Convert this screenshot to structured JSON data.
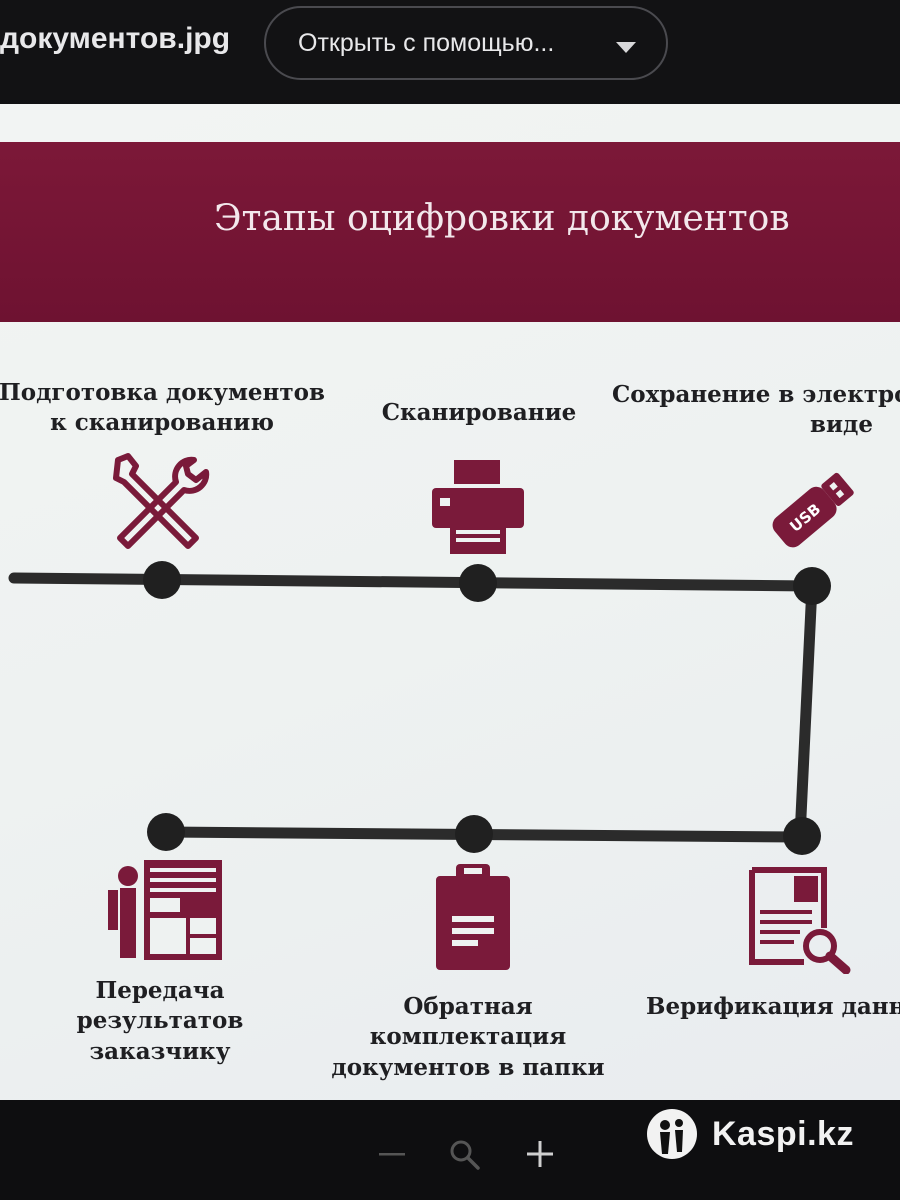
{
  "viewer": {
    "filename": "документов.jpg",
    "open_with_label": "Открыть с помощью..."
  },
  "slide": {
    "title": "Этапы оцифровки документов",
    "steps": [
      {
        "lines": [
          "Подготовка документов",
          "к сканированию"
        ],
        "icon": "tools-icon"
      },
      {
        "lines": [
          "Сканирование"
        ],
        "icon": "printer-icon"
      },
      {
        "lines": [
          "Сохранение в электронном",
          "виде"
        ],
        "icon": "usb-drive-icon",
        "icon_label": "USB"
      },
      {
        "lines": [
          "Верификация данных"
        ],
        "icon": "document-search-icon"
      },
      {
        "lines": [
          "Обратная",
          "комплектация",
          "документов в папки"
        ],
        "icon": "clipboard-icon"
      },
      {
        "lines": [
          "Передача",
          "результатов",
          "заказчику"
        ],
        "icon": "archive-person-icon"
      }
    ],
    "colors": {
      "header": "#7c1838",
      "icon": "#7a1a3a",
      "timeline": "#2b2b2b"
    }
  },
  "zoom": {
    "out_symbol": "−",
    "in_symbol": "+"
  },
  "watermark": {
    "text": "Kaspi.kz"
  }
}
